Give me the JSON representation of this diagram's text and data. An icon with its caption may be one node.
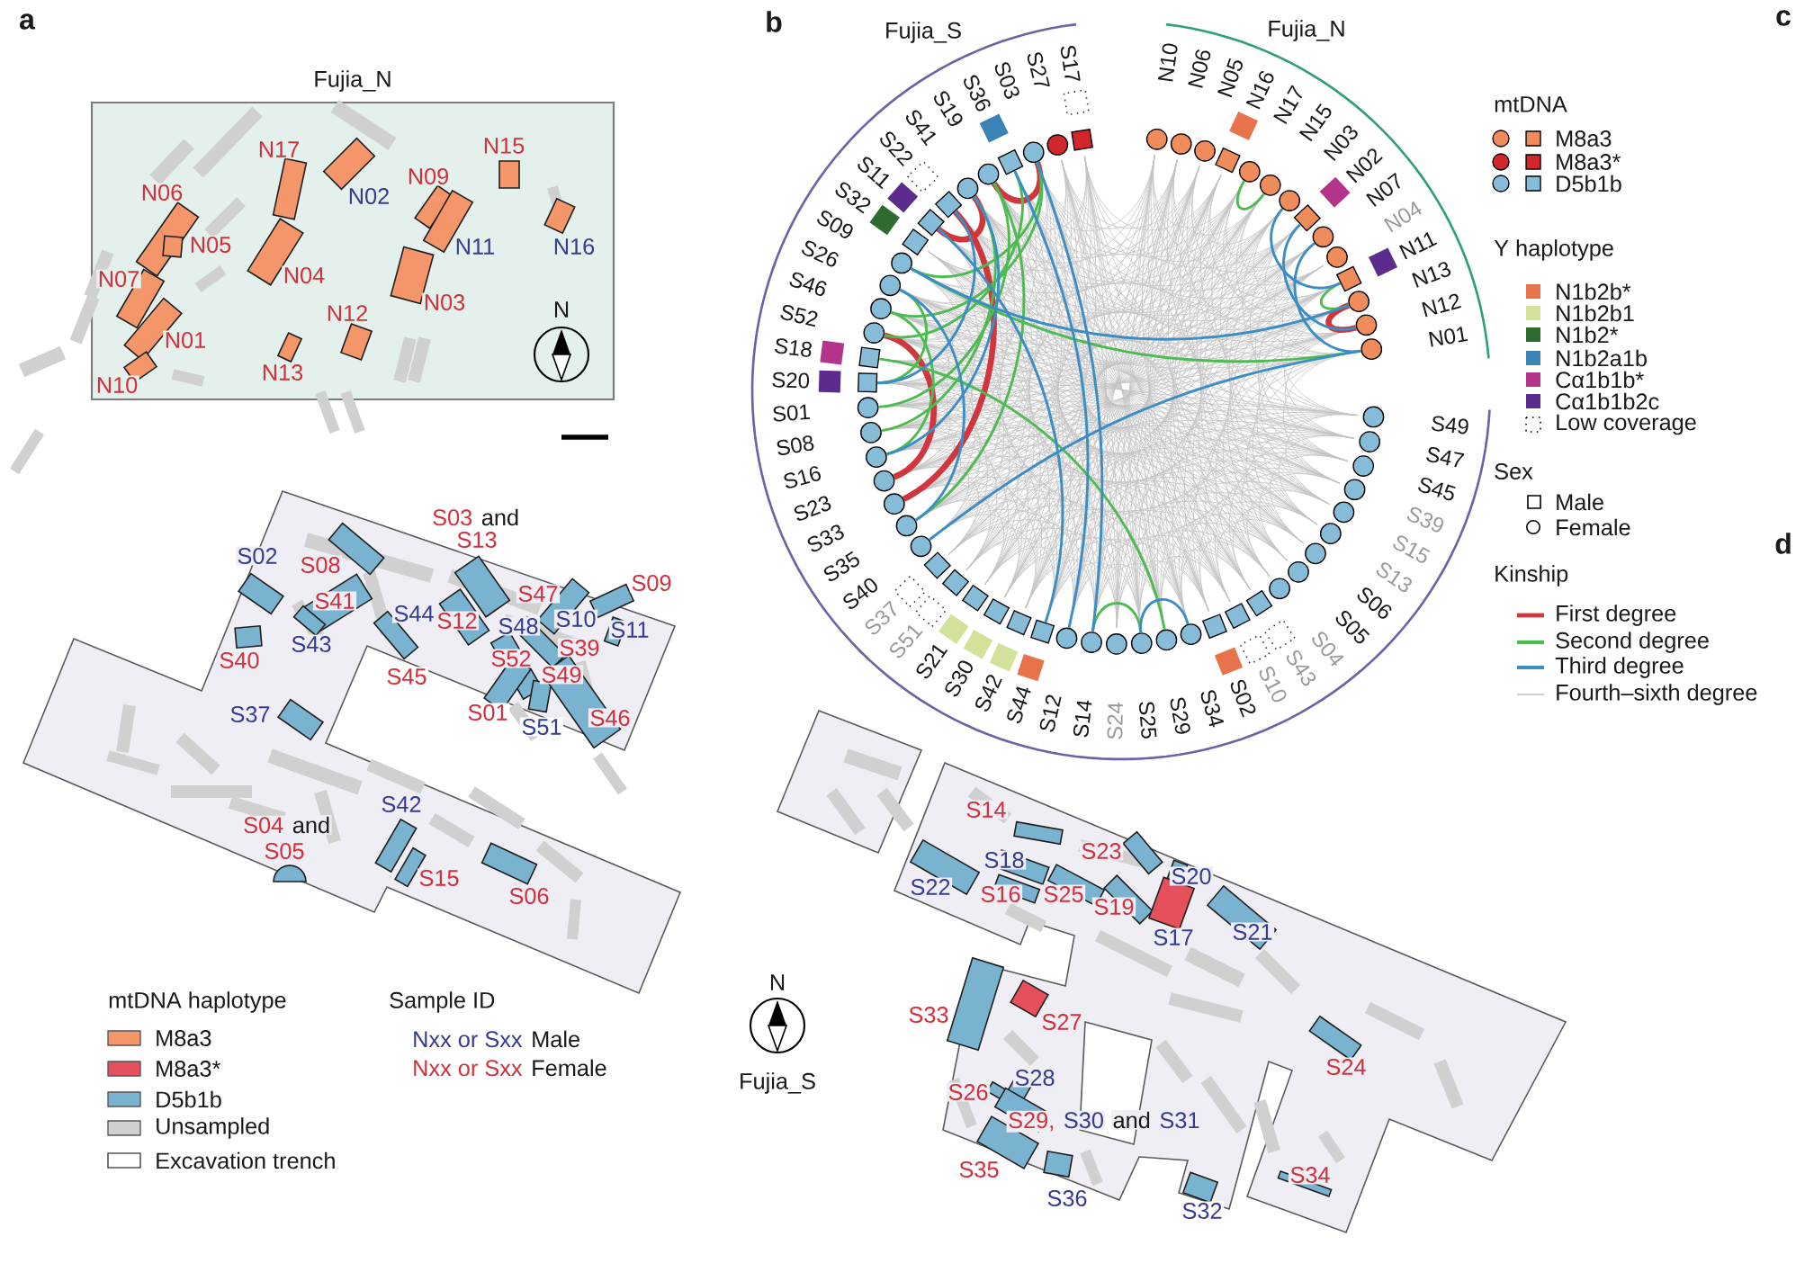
{
  "diagram": {
    "nodes": [
      {
        "text": [
          "N10"
        ]
      },
      {
        "text": [
          "N06"
        ]
      },
      {
        "text": [
          "N05"
        ]
      },
      {
        "text": [
          "N16"
        ]
      },
      {
        "text": [
          "N17"
        ]
      },
      {
        "text": [
          "N15"
        ]
      },
      {
        "text": [
          "N03"
        ]
      },
      {
        "text": [
          "N02"
        ]
      },
      {
        "text": [
          "N07"
        ]
      },
      {
        "text": [
          "N04"
        ]
      },
      {
        "text": [
          "N11"
        ]
      },
      {
        "text": [
          "N13"
        ]
      },
      {
        "text": [
          "N12"
        ]
      },
      {
        "text": [
          "N01"
        ]
      },
      {
        "text": [
          "S49"
        ]
      },
      {
        "text": [
          "S47"
        ]
      },
      {
        "text": [
          "S45"
        ]
      },
      {
        "text": [
          "S39"
        ]
      },
      {
        "text": [
          "S15"
        ]
      },
      {
        "text": [
          "S13"
        ]
      },
      {
        "text": [
          "S06"
        ]
      },
      {
        "text": [
          "S05"
        ]
      },
      {
        "text": [
          "S04"
        ]
      },
      {
        "text": [
          "S43"
        ]
      },
      {
        "text": [
          "S10"
        ]
      },
      {
        "text": [
          "S02"
        ]
      },
      {
        "text": [
          "S34"
        ]
      },
      {
        "text": [
          "S29"
        ]
      },
      {
        "text": [
          "S25"
        ]
      },
      {
        "text": [
          "S24"
        ]
      },
      {
        "text": [
          "S14"
        ]
      },
      {
        "text": [
          "S12"
        ]
      },
      {
        "text": [
          "S44"
        ]
      },
      {
        "text": [
          "S42"
        ]
      },
      {
        "text": [
          "S30"
        ]
      },
      {
        "text": [
          "S21"
        ]
      },
      {
        "text": [
          "S51"
        ]
      },
      {
        "text": [
          "S37"
        ]
      },
      {
        "text": [
          "S40"
        ]
      },
      {
        "text": [
          "S35"
        ]
      },
      {
        "text": [
          "S33"
        ]
      },
      {
        "text": [
          "S23"
        ]
      },
      {
        "text": [
          "S16"
        ]
      },
      {
        "text": [
          "S08"
        ]
      },
      {
        "text": [
          "S01"
        ]
      },
      {
        "text": [
          "S20"
        ]
      },
      {
        "text": [
          "S18"
        ]
      },
      {
        "text": [
          "S52"
        ]
      },
      {
        "text": [
          "S46"
        ]
      },
      {
        "text": [
          "S26"
        ]
      },
      {
        "text": [
          "S09"
        ]
      },
      {
        "text": [
          "S32"
        ]
      },
      {
        "text": [
          "S11"
        ]
      },
      {
        "text": [
          "S22"
        ]
      },
      {
        "text": [
          "S41"
        ]
      },
      {
        "text": [
          "S19"
        ]
      },
      {
        "text": [
          "S36"
        ]
      },
      {
        "text": [
          "S03"
        ]
      },
      {
        "text": [
          "S27"
        ]
      },
      {
        "text": [
          "S17"
        ]
      }
    ],
    "edges": [
      {
        "from": 57,
        "to": 55,
        "arrow": "none",
        "style": "thick",
        "color": "#d0363b"
      },
      {
        "from": 54,
        "to": 52,
        "arrow": "none",
        "style": "thick",
        "color": "#d0363b"
      },
      {
        "from": 53,
        "to": 40,
        "arrow": "none",
        "style": "thick",
        "color": "#d0363b"
      },
      {
        "from": 47,
        "to": 41,
        "arrow": "none",
        "style": "thick",
        "color": "#d0363b"
      },
      {
        "from": 11,
        "to": 12,
        "arrow": "none",
        "style": "thick",
        "color": "#d0363b"
      },
      {
        "from": 4,
        "to": 5,
        "arrow": "none"
      },
      {
        "from": 10,
        "to": 11,
        "arrow": "none"
      },
      {
        "from": 50,
        "to": 13,
        "arrow": "none"
      },
      {
        "from": 57,
        "to": 48,
        "arrow": "none"
      },
      {
        "from": 56,
        "to": 47,
        "arrow": "none"
      },
      {
        "from": 55,
        "to": 44,
        "arrow": "none"
      },
      {
        "from": 54,
        "to": 43,
        "arrow": "none"
      },
      {
        "from": 57,
        "to": 50,
        "arrow": "none"
      },
      {
        "from": 55,
        "to": 39,
        "arrow": "none"
      },
      {
        "from": 49,
        "to": 45,
        "arrow": "none"
      },
      {
        "from": 46,
        "to": 27,
        "arrow": "none"
      },
      {
        "from": 30,
        "to": 28,
        "arrow": "none"
      },
      {
        "from": 48,
        "to": 42,
        "arrow": "none"
      },
      {
        "from": 6,
        "to": 10,
        "arrow": "none",
        "color": "#3b8dc6"
      },
      {
        "from": 7,
        "to": 12,
        "arrow": "none",
        "color": "#3b8dc6"
      },
      {
        "from": 8,
        "to": 13,
        "arrow": "none",
        "color": "#3b8dc6"
      },
      {
        "from": 50,
        "to": 11,
        "arrow": "none",
        "color": "#3b8dc6"
      },
      {
        "from": 38,
        "to": 13,
        "arrow": "none",
        "color": "#3b8dc6"
      },
      {
        "from": 57,
        "to": 30,
        "arrow": "none",
        "color": "#3b8dc6"
      },
      {
        "from": 56,
        "to": 31,
        "arrow": "none",
        "color": "#3b8dc6"
      },
      {
        "from": 52,
        "to": 32,
        "arrow": "none",
        "color": "#3b8dc6"
      },
      {
        "from": 54,
        "to": 42,
        "arrow": "none",
        "color": "#3b8dc6"
      },
      {
        "from": 53,
        "to": 45,
        "arrow": "none",
        "color": "#3b8dc6"
      },
      {
        "from": 49,
        "to": 39,
        "arrow": "none",
        "color": "#3b8dc6"
      },
      {
        "from": 28,
        "to": 26,
        "arrow": "none",
        "color": "#3b8dc6"
      }
    ],
    "labels": [
      "a",
      "Fujia_N",
      "N17",
      "N15",
      "N09",
      "N06",
      "N02",
      "N05",
      "N11",
      "N16",
      "N07",
      "N04",
      "N12",
      "N03",
      "N01",
      "N10",
      "N13",
      "N",
      "S03",
      "and",
      "S02",
      "S08",
      "S13",
      "S40",
      "S43",
      "S41",
      "S45",
      "S44",
      "S12",
      "S52",
      "S48",
      "S47",
      "S49",
      "S10",
      "S39",
      "S11",
      "S09",
      "S37",
      "S01",
      "S51",
      "S46",
      "S42",
      "S04",
      "and",
      "S05",
      "S15",
      "S06",
      "mtDNA haplotype",
      "Sample ID",
      "Nxx or Sxx",
      "Male",
      "Nxx or Sxx",
      "Female",
      "b",
      "Fujia_S",
      "Fujia_N",
      "c",
      "mtDNA",
      "Y haplotype",
      "Sex",
      "Kinship",
      "d",
      "S14",
      "S22",
      "S16",
      "S18",
      "S25",
      "S23",
      "S19",
      "S20",
      "S17",
      "S21",
      "N",
      "S33",
      "S27",
      "Fujia_S",
      "S26",
      "S28",
      "S24",
      "S29,",
      "S30",
      "and",
      "S31",
      "S35",
      "S34",
      "S36",
      "S32"
    ],
    "legend": [
      {
        "text": "M8a3",
        "color": "#f4956a"
      },
      {
        "text": "M8a3*",
        "color": "#e5505c"
      },
      {
        "text": "D5b1b",
        "color": "#7ab3cf"
      },
      {
        "text": "Unsampled",
        "color": "#d0d0d0"
      },
      {
        "text": "Excavation trench"
      },
      {
        "text": "M8a3",
        "color": "#f08c5c"
      },
      {
        "text": "M8a3*",
        "color": "#d1262c"
      },
      {
        "text": "D5b1b",
        "color": "#86bcd8"
      },
      {
        "text": "N1b2b*",
        "color": "#e8734a"
      },
      {
        "text": "N1b2b1",
        "color": "#d3e29a"
      },
      {
        "text": "N1b2*",
        "color": "#2f6a2f"
      },
      {
        "text": "N1b2a1b",
        "color": "#3b83b6"
      },
      {
        "text": "Cα1b1b*",
        "color": "#b3358b"
      },
      {
        "text": "Cα1b1b2c",
        "color": "#5b2c8d"
      },
      {
        "text": "Low coverage"
      },
      {
        "text": "Male"
      },
      {
        "text": "Female"
      },
      {
        "text": "First degree"
      },
      {
        "text": "Second degree"
      },
      {
        "text": "Third degree"
      },
      {
        "text": "Fourth–sixth degree"
      }
    ]
  }
}
